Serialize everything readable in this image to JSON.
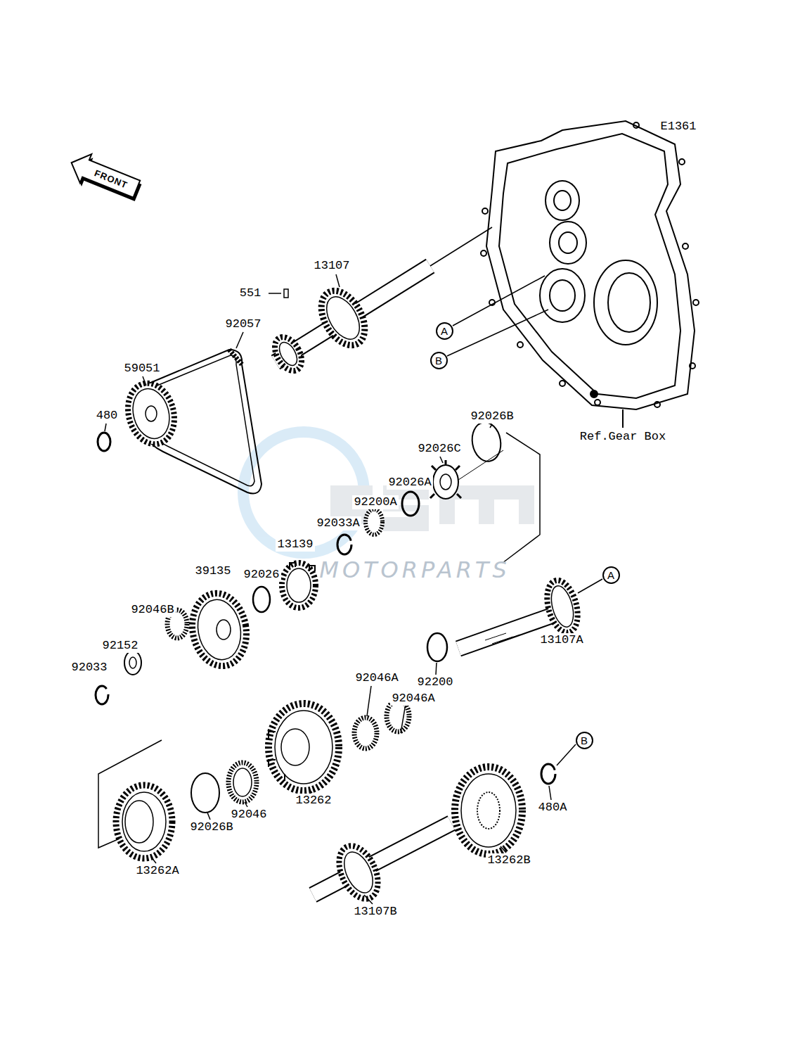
{
  "diagram": {
    "nodes": [
      {
        "text": [
          "FRONT"
        ]
      },
      {
        "text": [
          "A"
        ]
      },
      {
        "text": [
          "B"
        ]
      },
      {
        "text": [
          "A"
        ]
      },
      {
        "text": [
          "B"
        ]
      }
    ],
    "labels": [
      "E1361",
      "13107",
      "551",
      "92057",
      "59051",
      "480",
      "92026B",
      "Ref.Gear Box",
      "92026C",
      "92026A",
      "92200A",
      "92033A",
      "13139",
      "39135",
      "92026",
      "MOTORPARTS",
      "92046B",
      "13107A",
      "92152",
      "92033",
      "92046A",
      "92200",
      "92046A",
      "13262",
      "92046",
      "92026B",
      "13262A",
      "480A",
      "13262B",
      "13107B"
    ]
  }
}
